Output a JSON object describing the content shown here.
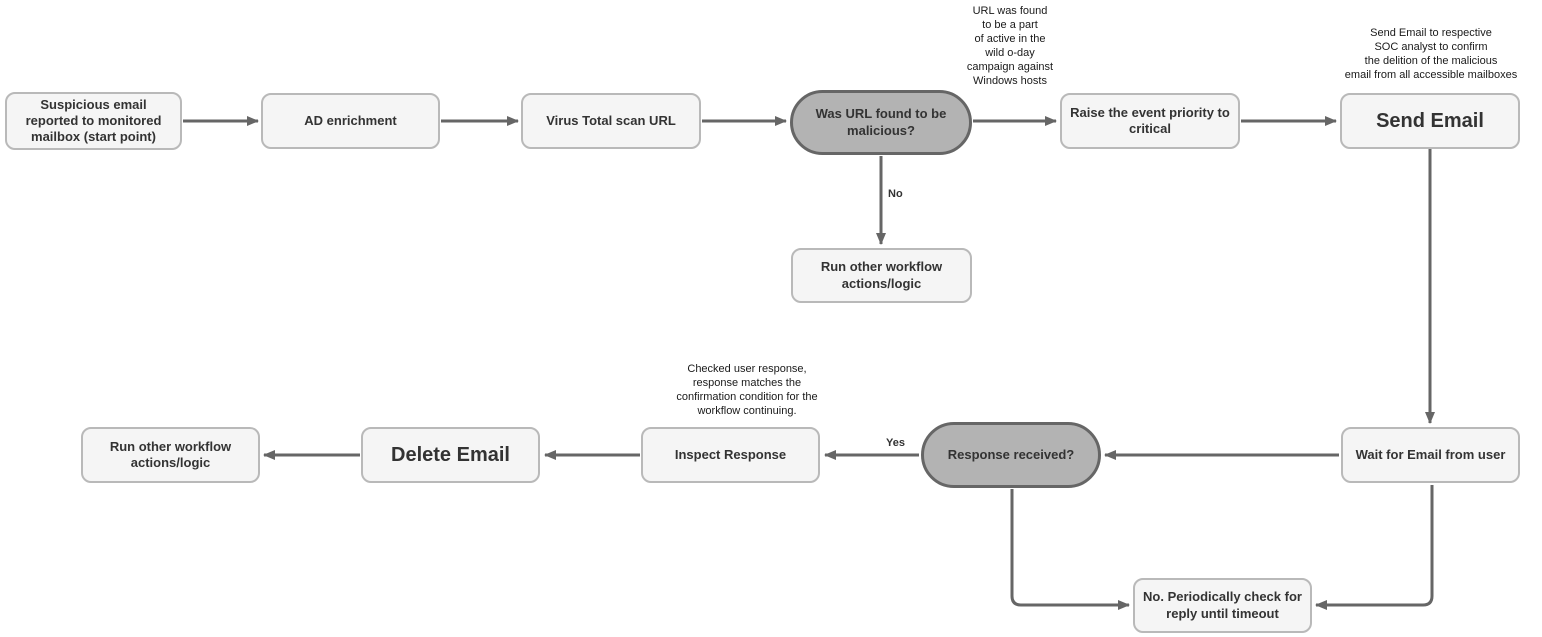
{
  "colors": {
    "background": "#ffffff",
    "process_fill": "#f5f5f5",
    "process_border": "#b9b9b9",
    "decision_fill": "#b3b3b3",
    "decision_border": "#666666",
    "arrow": "#666666",
    "text": "#333333"
  },
  "nodes": [
    {
      "id": "start",
      "type": "process",
      "label": "Suspicious email reported to monitored mailbox (start point)"
    },
    {
      "id": "ad-enrichment",
      "type": "process",
      "label": "AD enrichment"
    },
    {
      "id": "virus-total-scan",
      "type": "process",
      "label": "Virus Total scan URL"
    },
    {
      "id": "url-malicious-decision",
      "type": "decision",
      "label": "Was URL found to be malicious?"
    },
    {
      "id": "raise-priority",
      "type": "process",
      "label": "Raise the event priority to critical"
    },
    {
      "id": "send-email",
      "type": "process",
      "label": "Send Email"
    },
    {
      "id": "run-other-workflow-top",
      "type": "process",
      "label": "Run other workflow actions/logic"
    },
    {
      "id": "run-other-workflow-bottom",
      "type": "process",
      "label": "Run other workflow actions/logic"
    },
    {
      "id": "delete-email",
      "type": "process",
      "label": "Delete Email"
    },
    {
      "id": "inspect-response",
      "type": "process",
      "label": "Inspect Response"
    },
    {
      "id": "response-received-decision",
      "type": "decision",
      "label": "Response received?"
    },
    {
      "id": "wait-for-email",
      "type": "process",
      "label": "Wait for Email from user"
    },
    {
      "id": "periodic-check",
      "type": "process",
      "label": "No. Periodically check for reply until timeout"
    }
  ],
  "edges": [
    {
      "from": "start",
      "to": "ad-enrichment",
      "label": ""
    },
    {
      "from": "ad-enrichment",
      "to": "virus-total-scan",
      "label": ""
    },
    {
      "from": "virus-total-scan",
      "to": "url-malicious-decision",
      "label": ""
    },
    {
      "from": "url-malicious-decision",
      "to": "raise-priority",
      "label": ""
    },
    {
      "from": "raise-priority",
      "to": "send-email",
      "label": ""
    },
    {
      "from": "url-malicious-decision",
      "to": "run-other-workflow-top",
      "label": "No"
    },
    {
      "from": "send-email",
      "to": "wait-for-email",
      "label": ""
    },
    {
      "from": "wait-for-email",
      "to": "response-received-decision",
      "label": ""
    },
    {
      "from": "response-received-decision",
      "to": "inspect-response",
      "label": "Yes"
    },
    {
      "from": "inspect-response",
      "to": "delete-email",
      "label": ""
    },
    {
      "from": "delete-email",
      "to": "run-other-workflow-bottom",
      "label": ""
    },
    {
      "from": "response-received-decision",
      "to": "periodic-check",
      "label": ""
    },
    {
      "from": "wait-for-email",
      "to": "periodic-check",
      "label": ""
    }
  ],
  "edge_labels": [
    {
      "id": "no",
      "text": "No"
    },
    {
      "id": "yes",
      "text": "Yes"
    }
  ],
  "annotations": [
    {
      "id": "zero-day-note",
      "text": "URL was found\nto be a part\nof active in the\nwild o-day\ncampaign against\nWindows hosts"
    },
    {
      "id": "send-email-note",
      "text": "Send Email to respective\nSOC analyst to confirm\nthe delition of the malicious\nemail from all accessible mailboxes"
    },
    {
      "id": "inspect-response-note",
      "text": "Checked user response,\nresponse matches the\nconfirmation condition for the\nworkflow continuing."
    }
  ]
}
